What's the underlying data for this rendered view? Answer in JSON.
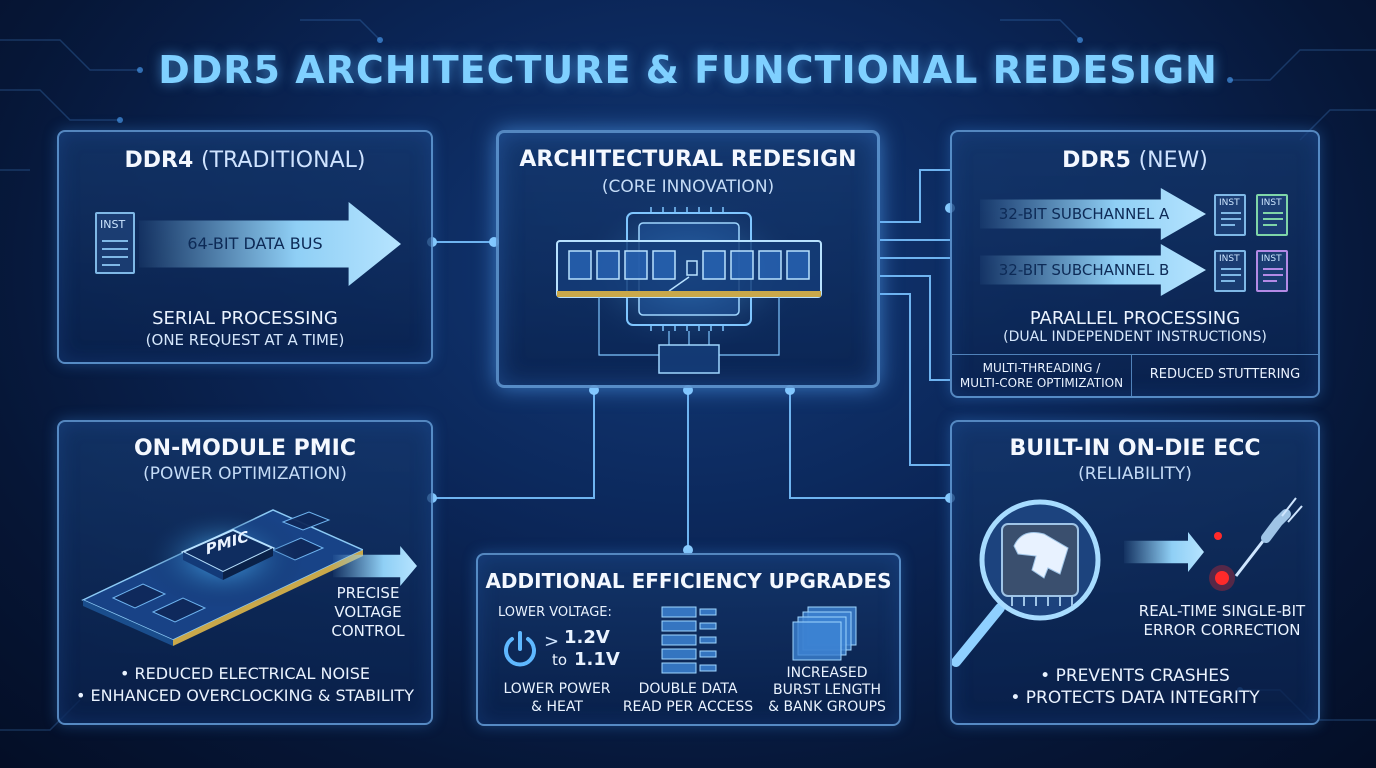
{
  "title": "DDR5 ARCHITECTURE & FUNCTIONAL REDESIGN",
  "ddr4": {
    "title_bold": "DDR4",
    "title_light": "(TRADITIONAL)",
    "doc_label": "INST",
    "arrow_label": "64-BIT DATA BUS",
    "heading": "SERIAL PROCESSING",
    "sub": "(ONE REQUEST AT A TIME)"
  },
  "redesign": {
    "title": "ARCHITECTURAL REDESIGN",
    "sub": "(CORE INNOVATION)"
  },
  "ddr5": {
    "title_bold": "DDR5",
    "title_light": "(NEW)",
    "doc_label": "INST",
    "sub_a": "32-BIT SUBCHANNEL A",
    "sub_b": "32-BIT SUBCHANNEL B",
    "heading": "PARALLEL PROCESSING",
    "sub": "(DUAL INDEPENDENT INSTRUCTIONS)",
    "footer_left_1": "MULTI-THREADING /",
    "footer_left_2": "MULTI-CORE OPTIMIZATION",
    "footer_right": "REDUCED STUTTERING"
  },
  "pmic": {
    "title": "ON-MODULE PMIC",
    "sub": "(POWER OPTIMIZATION)",
    "chip_label": "PMIC",
    "precise_1": "PRECISE",
    "precise_2": "VOLTAGE",
    "precise_3": "CONTROL",
    "bullet_1": "• REDUCED ELECTRICAL NOISE",
    "bullet_2": "• ENHANCED OVERCLOCKING & STABILITY"
  },
  "efficiency": {
    "title": "ADDITIONAL EFFICIENCY UPGRADES",
    "lower_voltage": "LOWER VOLTAGE:",
    "v_from": "1.2V",
    "v_to_prefix": "to",
    "v_to": "1.1V",
    "item1_1": "LOWER POWER",
    "item1_2": "& HEAT",
    "item2_1": "DOUBLE DATA",
    "item2_2": "READ PER ACCESS",
    "item3_1": "INCREASED",
    "item3_2": "BURST LENGTH",
    "item3_3": "& BANK GROUPS"
  },
  "ecc": {
    "title": "BUILT-IN ON-DIE ECC",
    "sub": "(RELIABILITY)",
    "corr_1": "REAL-TIME SINGLE-BIT",
    "corr_2": "ERROR CORRECTION",
    "bullet_1": "• PREVENTS CRASHES",
    "bullet_2": "• PROTECTS DATA INTEGRITY"
  },
  "colors": {
    "accent": "#7fd0ff",
    "background": "#0b2658",
    "error_red": "#ff2a2a"
  }
}
